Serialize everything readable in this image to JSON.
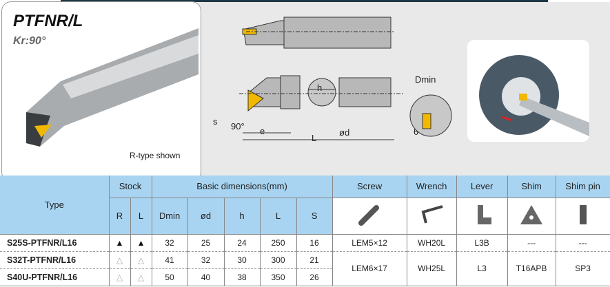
{
  "title": "PTFNR/L",
  "subtitle": "Kr:90°",
  "caption": "R-type shown",
  "diagram_labels": {
    "h": "h",
    "s": "s",
    "angle": "90°",
    "e": "e",
    "L": "L",
    "od": "ød",
    "dmin": "Dmin",
    "theta": "θ"
  },
  "table": {
    "headers": {
      "type": "Type",
      "stock": "Stock",
      "basic": "Basic dimensions(mm)",
      "screw": "Screw",
      "wrench": "Wrench",
      "lever": "Lever",
      "shim": "Shim",
      "shim_pin": "Shim pin",
      "r": "R",
      "l": "L",
      "dmin": "Dmin",
      "od": "ød",
      "h": "h",
      "L": "L",
      "s": "S"
    },
    "rows": [
      {
        "type": "S25S-PTFNR/L16",
        "r": "▲",
        "l": "▲",
        "dmin": "32",
        "od": "25",
        "h": "24",
        "L": "250",
        "s": "16",
        "screw": "LEM5×12",
        "wrench": "WH20L",
        "lever": "L3B",
        "shim": "---",
        "shim_pin": "---"
      },
      {
        "type": "S32T-PTFNR/L16",
        "r": "△",
        "l": "△",
        "dmin": "41",
        "od": "32",
        "h": "30",
        "L": "300",
        "s": "21",
        "screw": "LEM6×17",
        "wrench": "WH25L",
        "lever": "L3",
        "shim": "T16APB",
        "shim_pin": "SP3"
      },
      {
        "type": "S40U-PTFNR/L16",
        "r": "△",
        "l": "△",
        "dmin": "50",
        "od": "40",
        "h": "38",
        "L": "350",
        "s": "26"
      }
    ]
  },
  "colors": {
    "header": "#a8d4f1",
    "insert": "#f2b800"
  }
}
